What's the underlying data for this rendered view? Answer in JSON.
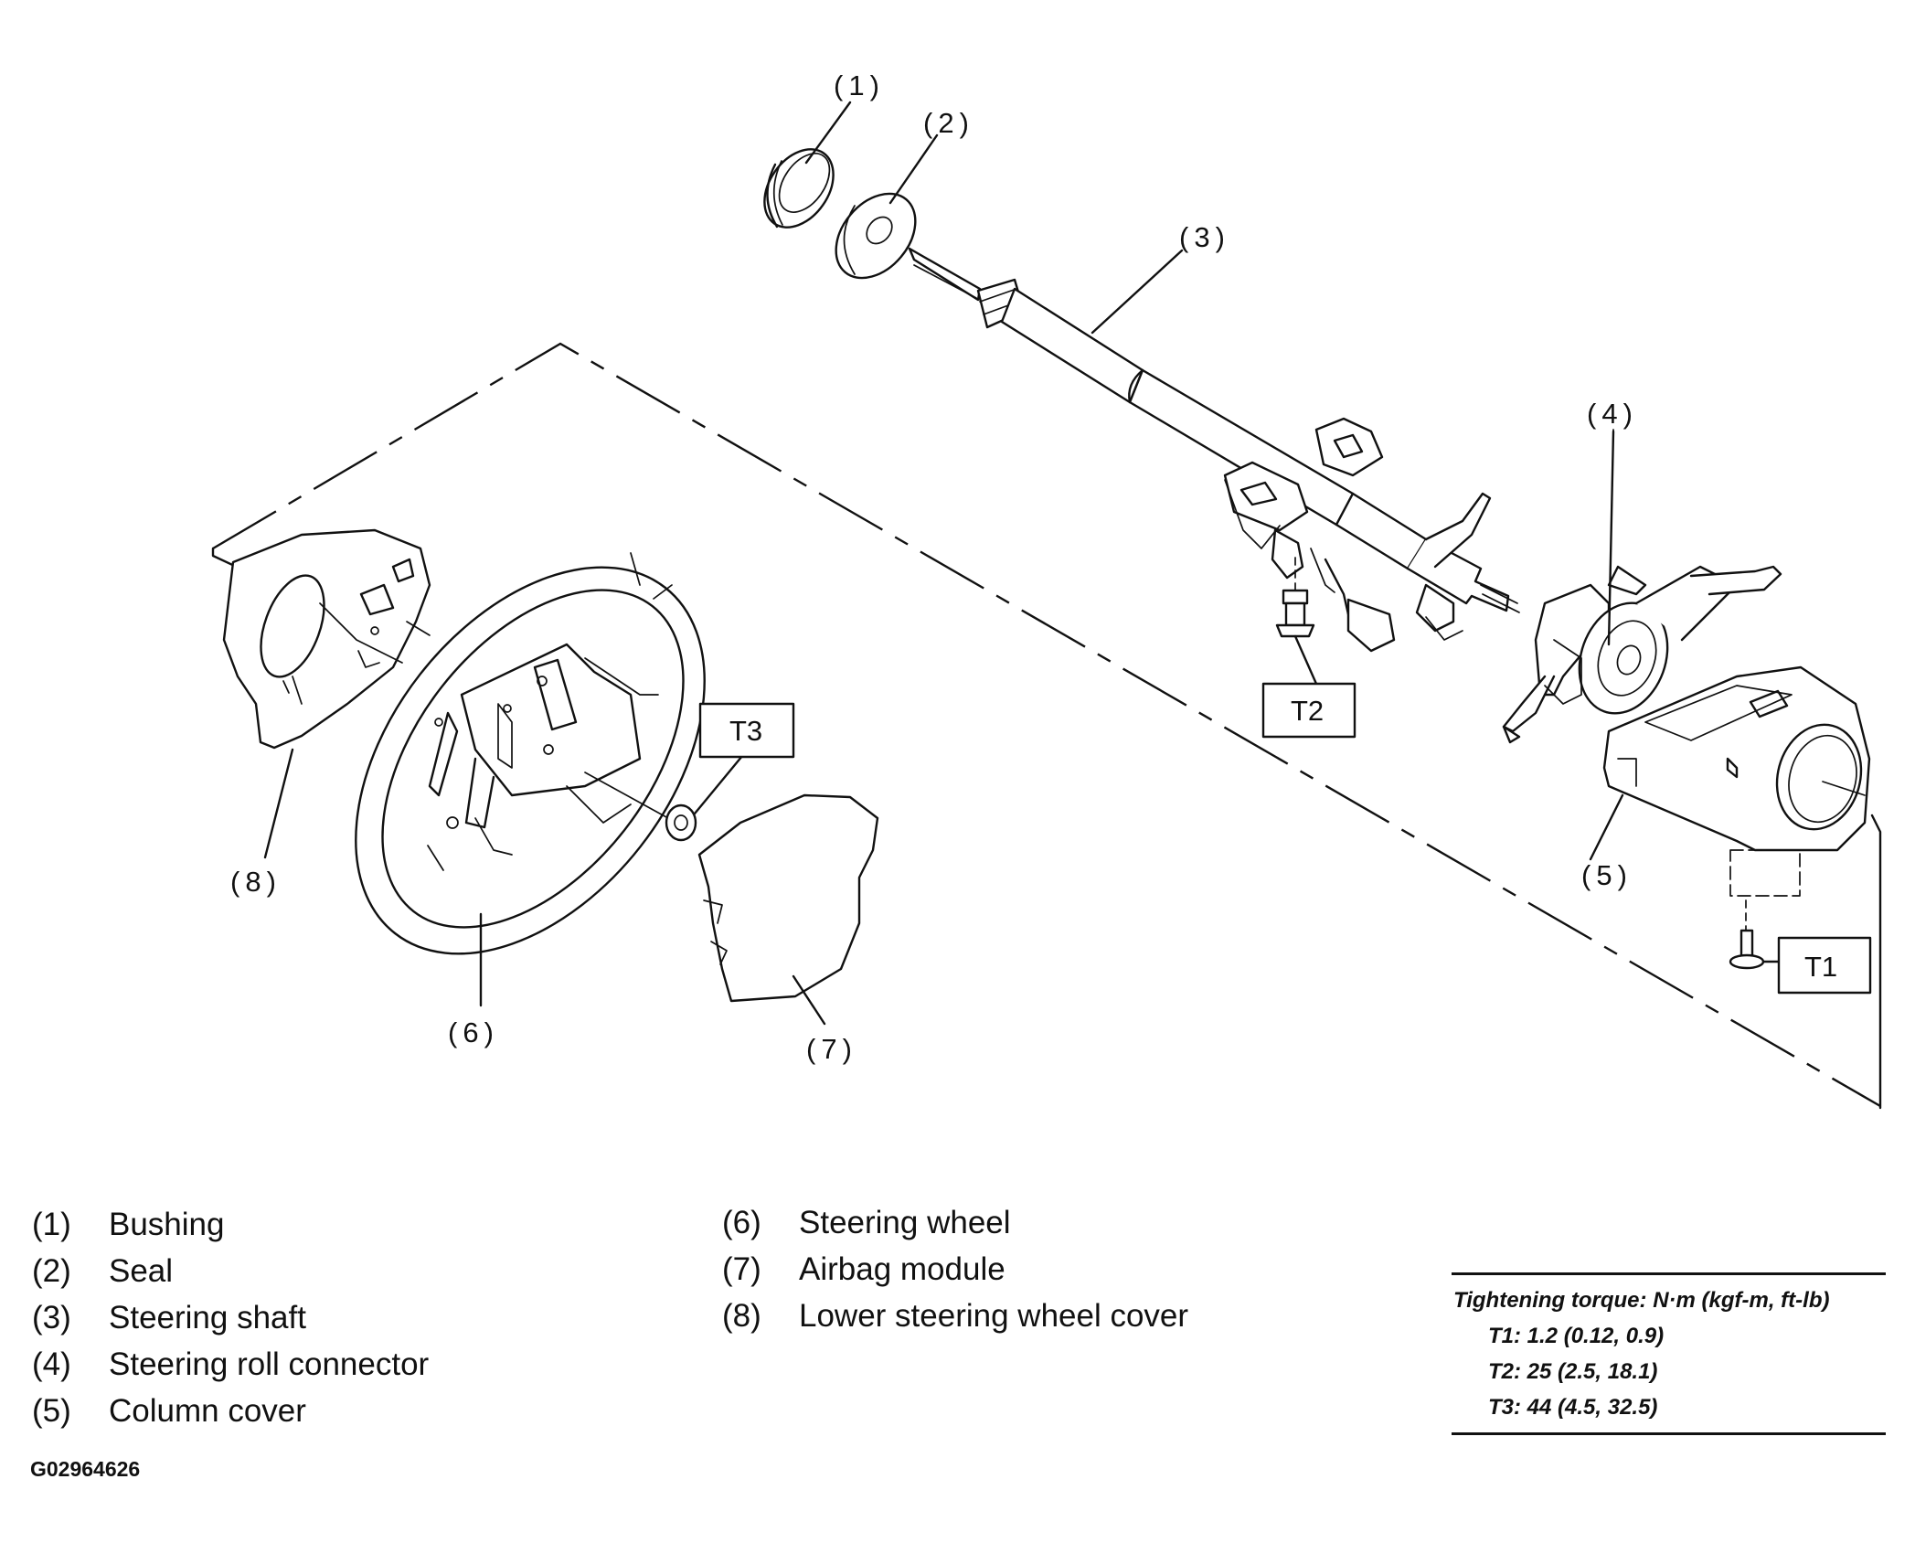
{
  "callouts": {
    "c1": "(1)",
    "c2": "(2)",
    "c3": "(3)",
    "c4": "(4)",
    "c5": "(5)",
    "c6": "(6)",
    "c7": "(7)",
    "c8": "(8)"
  },
  "torque_boxes": {
    "t1": "T1",
    "t2": "T2",
    "t3": "T3"
  },
  "legend": {
    "left": [
      {
        "num": "(1)",
        "label": "Bushing"
      },
      {
        "num": "(2)",
        "label": "Seal"
      },
      {
        "num": "(3)",
        "label": "Steering shaft"
      },
      {
        "num": "(4)",
        "label": "Steering roll connector"
      },
      {
        "num": "(5)",
        "label": "Column cover"
      }
    ],
    "right": [
      {
        "num": "(6)",
        "label": "Steering wheel"
      },
      {
        "num": "(7)",
        "label": "Airbag module"
      },
      {
        "num": "(8)",
        "label": "Lower steering wheel cover"
      }
    ]
  },
  "torque_table": {
    "title": "Tightening torque: N·m (kgf-m, ft-lb)",
    "rows": [
      "T1: 1.2 (0.12, 0.9)",
      "T2: 25 (2.5, 18.1)",
      "T3: 44 (4.5, 32.5)"
    ]
  },
  "figure_id": "G02964626"
}
